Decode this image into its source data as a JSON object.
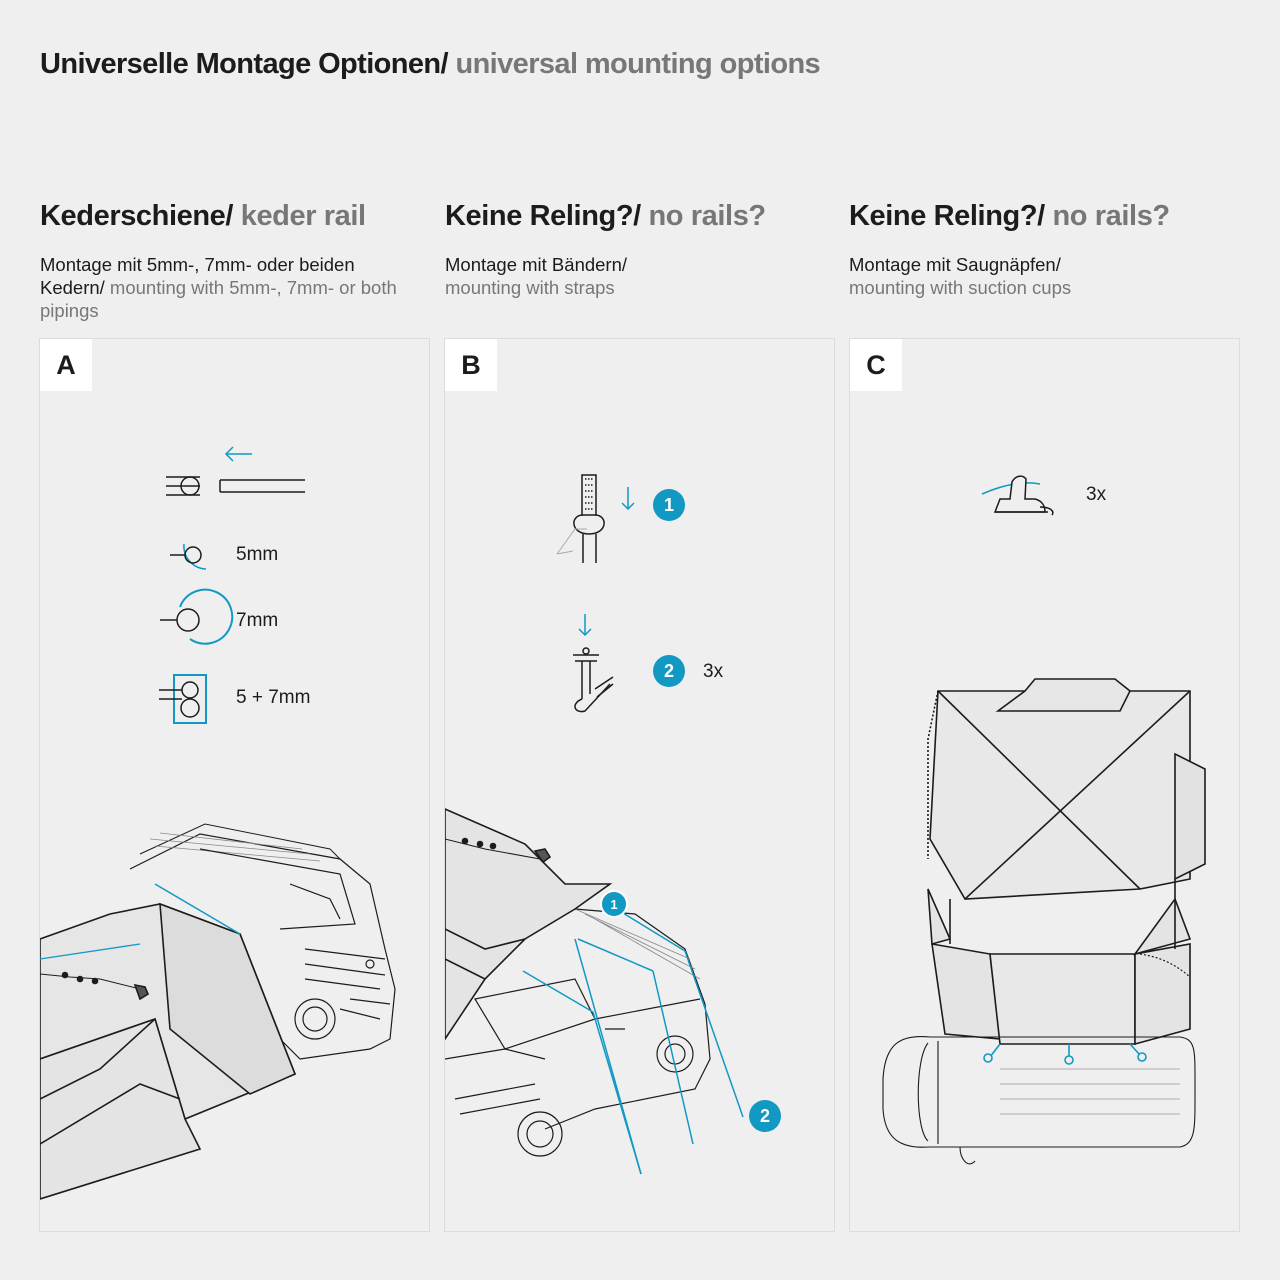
{
  "header": {
    "title_de": "Universelle Montage Optionen/",
    "title_en": " universal mounting options"
  },
  "columns": [
    {
      "heading_de": "Kederschiene/",
      "heading_en": " keder rail",
      "desc_de": "Montage mit 5mm-, 7mm- oder beiden Kedern/",
      "desc_en": " mounting with 5mm-, 7mm- or both pipings"
    },
    {
      "heading_de": "Keine Reling?/",
      "heading_en": " no rails?",
      "desc_de": "Montage mit Bändern/",
      "desc_en": "mounting with straps"
    },
    {
      "heading_de": "Keine Reling?/",
      "heading_en": " no rails?",
      "desc_de": "Montage mit Saugnäpfen/",
      "desc_en": "mounting with suction cups"
    }
  ],
  "panels": {
    "a": {
      "letter": "A",
      "options": [
        "5mm",
        "7mm",
        "5 + 7mm"
      ]
    },
    "b": {
      "letter": "B",
      "step1": "1",
      "step2": "2",
      "step2_qty": "3x",
      "callout1": "1",
      "callout2": "2"
    },
    "c": {
      "letter": "C",
      "qty": "3x"
    }
  },
  "colors": {
    "accent": "#1199c4",
    "line": "#1c1c1c",
    "muted_text": "#777777",
    "background": "#efefef"
  },
  "icons": [
    "left-arrow-icon",
    "keder-5mm-icon",
    "keder-7mm-icon",
    "keder-combined-icon",
    "strap-buckle-icon",
    "down-arrow-icon",
    "strap-hook-icon",
    "suction-cup-icon"
  ]
}
